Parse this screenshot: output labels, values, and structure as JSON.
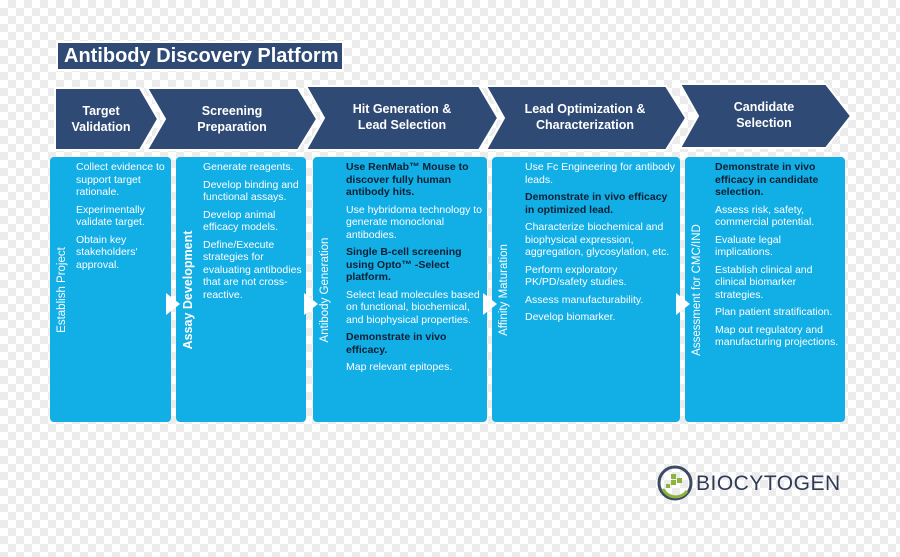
{
  "title": "Antibody Discovery Platform",
  "stages": [
    {
      "label": "Target\nValidation"
    },
    {
      "label": "Screening\nPreparation"
    },
    {
      "label": "Hit Generation &\nLead Selection"
    },
    {
      "label": "Lead Optimization &\nCharacterization"
    },
    {
      "label": "Candidate\nSelection"
    }
  ],
  "columns": [
    {
      "side_label": "Establish Project",
      "items": [
        {
          "text": "Collect evidence to support target rationale.",
          "bold": false
        },
        {
          "text": "Experimentally validate target.",
          "bold": false
        },
        {
          "text": "Obtain key stakeholders' approval.",
          "bold": false
        }
      ]
    },
    {
      "side_label": "Assay Development",
      "items": [
        {
          "text": "Generate reagents.",
          "bold": false
        },
        {
          "text": "Develop binding and functional assays.",
          "bold": false
        },
        {
          "text": "Develop animal efficacy models.",
          "bold": false
        },
        {
          "text": "Define/Execute strategies for evaluating antibodies that are not cross-reactive.",
          "bold": false
        }
      ]
    },
    {
      "side_label": "Antibody Generation",
      "items": [
        {
          "text": "Use RenMab™ Mouse to discover fully human antibody hits.",
          "bold": true
        },
        {
          "text": "Use hybridoma technology to generate monoclonal antibodies.",
          "bold": false
        },
        {
          "text": "Single B-cell screening using Opto™ -Select platform.",
          "bold": true
        },
        {
          "text": "Select lead molecules based on functional, biochemical, and biophysical properties.",
          "bold": false
        },
        {
          "text": "Demonstrate in vivo efficacy.",
          "bold": true
        },
        {
          "text": "Map relevant epitopes.",
          "bold": false
        }
      ]
    },
    {
      "side_label": "Affinity Maturation",
      "items": [
        {
          "text": "Use Fc Engineering for antibody leads.",
          "bold": false
        },
        {
          "text": "Demonstrate in vivo efficacy in optimized lead.",
          "bold": true
        },
        {
          "text": "Characterize biochemical and biophysical expression, aggregation, glycosylation, etc.",
          "bold": false
        },
        {
          "text": "Perform exploratory PK/PD/safety studies.",
          "bold": false
        },
        {
          "text": "Assess manufacturability.",
          "bold": false
        },
        {
          "text": "Develop biomarker.",
          "bold": false
        }
      ]
    },
    {
      "side_label": "Assessment for CMC/IND",
      "items": [
        {
          "text": "Demonstrate in vivo efficacy in candidate selection.",
          "bold": true
        },
        {
          "text": "Assess risk, safety, commercial potential.",
          "bold": false
        },
        {
          "text": "Evaluate legal implications.",
          "bold": false
        },
        {
          "text": "Establish clinical and clinical biomarker strategies.",
          "bold": false
        },
        {
          "text": "Plan patient stratification.",
          "bold": false
        },
        {
          "text": "Map out regulatory and manufacturing projections.",
          "bold": false
        }
      ]
    }
  ],
  "logo": {
    "text": "BIOCYTOGEN"
  },
  "colors": {
    "chevron": "#2f4a74",
    "card": "#12aee6",
    "title_bg": "#2f4a74",
    "emphasis_text": "#0d1f33"
  }
}
